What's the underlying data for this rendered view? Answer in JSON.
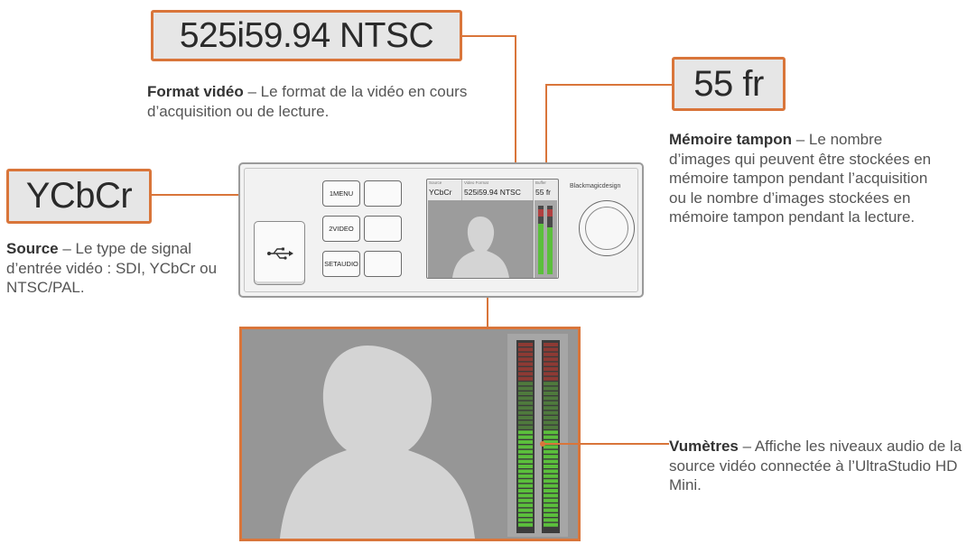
{
  "callouts": {
    "video_format": "525i59.94 NTSC",
    "buffer": "55 fr",
    "source": "YCbCr"
  },
  "descriptions": {
    "format": {
      "title": "Format vidéo",
      "text": " – Le format de la vidéo en cours d’acquisition ou de lecture."
    },
    "buffer": {
      "title": "Mémoire tampon",
      "text": " – Le nombre d’images qui peuvent être stockées en mémoire tampon pendant l’acquisition ou le nombre d’images stockées en mémoire tampon pendant la lecture."
    },
    "source": {
      "title": "Source",
      "text": " – Le type de signal d’entrée vidéo : SDI, YCbCr ou NTSC/PAL."
    },
    "meters": {
      "title": "Vumètres",
      "text": " – Affiche les niveaux audio de la source vidéo connectée à l’UltraStudio HD Mini."
    }
  },
  "device": {
    "buttons": [
      {
        "label": "1MENU"
      },
      {
        "label": ""
      },
      {
        "label": "2VIDEO"
      },
      {
        "label": ""
      },
      {
        "label": "SETAUDIO"
      },
      {
        "label": ""
      }
    ],
    "lcd": {
      "source_header": "Source",
      "source_value": "YCbCr",
      "format_header": "Video Format",
      "format_value": "525i59.94 NTSC",
      "buffer_header": "Buffer",
      "buffer_value": "55 fr"
    },
    "logo_text": "Blackmagicdesign"
  },
  "colors": {
    "accent": "#d9753a",
    "meter_green": "#5bbf3c",
    "meter_red": "#c0392b",
    "screen_grey": "#969696",
    "silhouette": "#d4d4d4"
  },
  "icons": {
    "usb": "usb-icon"
  }
}
